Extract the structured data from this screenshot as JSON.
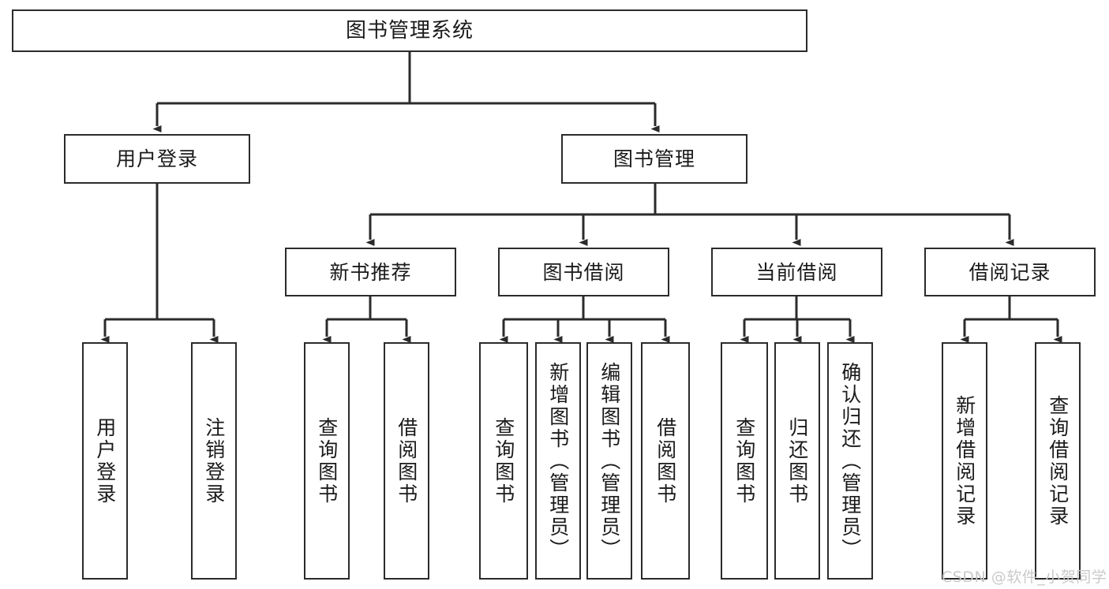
{
  "diagram": {
    "type": "tree",
    "title": "图书管理系统",
    "watermark": "CSDN @软件_小贺同学",
    "colors": {
      "box_border": "#2b2b2b",
      "box_fill": "#ffffff",
      "edge": "#2b2b2b",
      "text": "#1a1a1a",
      "watermark": "#c9c9c9",
      "background": "#ffffff"
    },
    "nodes": {
      "root": {
        "label": "图书管理系统"
      },
      "level2": [
        {
          "label": "用户登录"
        },
        {
          "label": "图书管理"
        }
      ],
      "level3": [
        {
          "label": "新书推荐"
        },
        {
          "label": "图书借阅"
        },
        {
          "label": "当前借阅"
        },
        {
          "label": "借阅记录"
        }
      ],
      "leaves_user_login": [
        {
          "label": "用户登录"
        },
        {
          "label": "注销登录"
        }
      ],
      "leaves_new_book": [
        {
          "label": "查询图书"
        },
        {
          "label": "借阅图书"
        }
      ],
      "leaves_borrow": [
        {
          "label": "查询图书"
        },
        {
          "label": "新增图书（管理员）"
        },
        {
          "label": "编辑图书（管理员）"
        },
        {
          "label": "借阅图书"
        }
      ],
      "leaves_current": [
        {
          "label": "查询图书"
        },
        {
          "label": "归还图书"
        },
        {
          "label": "确认归还（管理员）"
        }
      ],
      "leaves_records": [
        {
          "label": "新增借阅记录"
        },
        {
          "label": "查询借阅记录"
        }
      ]
    }
  }
}
